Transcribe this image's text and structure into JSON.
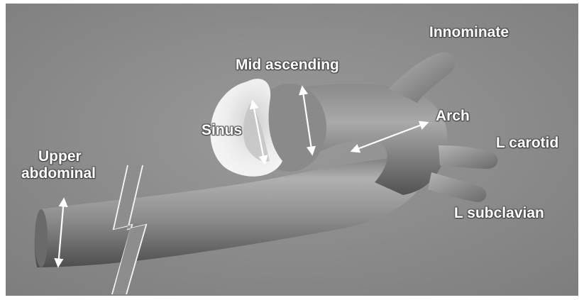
{
  "labels": {
    "innominate": "Innominate",
    "mid_ascending": "Mid ascending",
    "sinus": "Sinus",
    "arch": "Arch",
    "l_carotid": "L carotid",
    "upper_abdominal_line1": "Upper",
    "upper_abdominal_line2": "abdominal",
    "l_subclavian": "L subclavian"
  },
  "colors": {
    "background": "#8d8d8d",
    "vessel": "#9b9b9b",
    "vessel_shadow": "#4f4f4f",
    "valve": "#e8e8e8",
    "label_text": "#ffffff",
    "arrow": "#ffffff"
  }
}
